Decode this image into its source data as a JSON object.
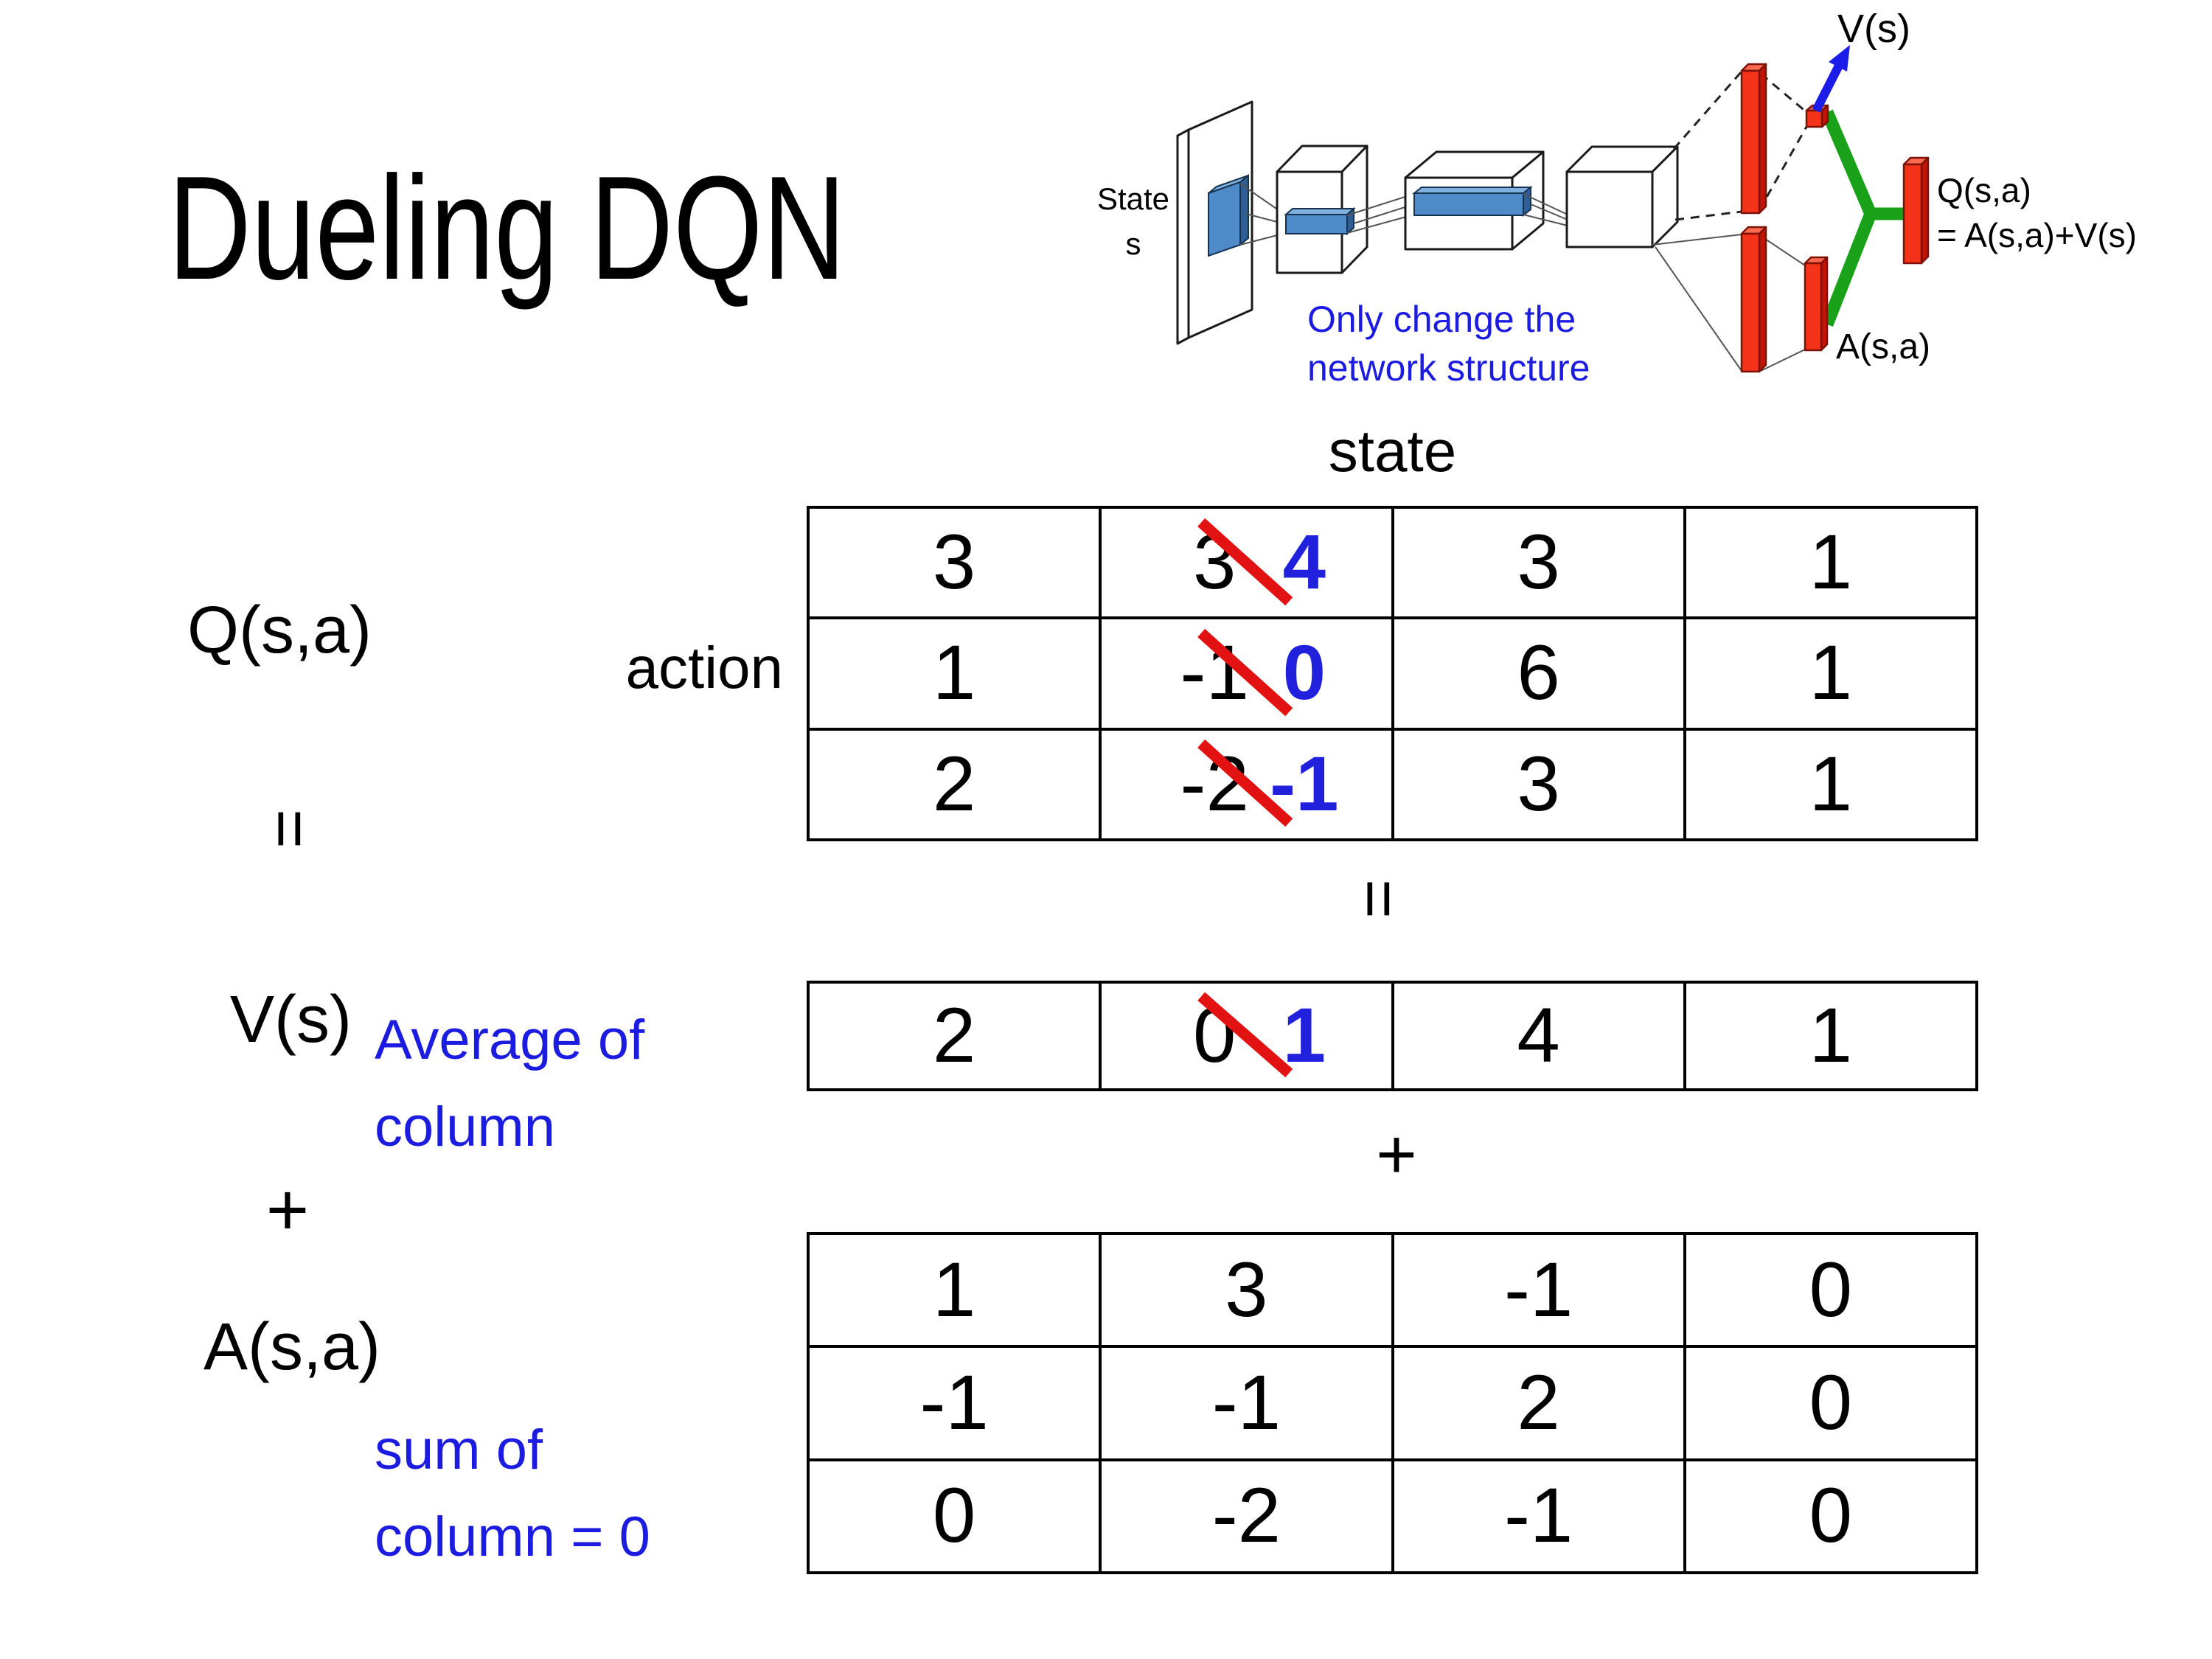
{
  "title": "Dueling DQN",
  "colors": {
    "correction_blue": "#2020dd",
    "note_blue": "#1c1ce0",
    "strike_red": "#e31212",
    "bar_red": "#f5321a",
    "green": "#19a119",
    "conv_blue": "#4e8bc8"
  },
  "network": {
    "v_out": "V(s)",
    "state_line1": "State",
    "state_line2": "s",
    "note_line1": "Only change the",
    "note_line2": "network structure",
    "q_out_line1": "Q(s,a)",
    "q_out_line2": "= A(s,a)+V(s)",
    "a_out": "A(s,a)"
  },
  "equation": {
    "q": "Q(s,a)",
    "eq_left": "=",
    "v": "V(s)",
    "plus_left": "+",
    "a": "A(s,a)",
    "avg_line1": "Average of",
    "avg_line2": "column",
    "sum_line1": "sum of",
    "sum_line2": "column = 0",
    "eq_mid": "=",
    "plus_mid": "+"
  },
  "q_table": {
    "header": "state",
    "side_label": "action",
    "rows": [
      {
        "c0": "3",
        "c1_old": "3",
        "c1_new": "4",
        "c2": "3",
        "c3": "1"
      },
      {
        "c0": "1",
        "c1_old": "-1",
        "c1_new": "0",
        "c2": "6",
        "c3": "1"
      },
      {
        "c0": "2",
        "c1_old": "-2",
        "c1_new": "-1",
        "c2": "3",
        "c3": "1"
      }
    ]
  },
  "v_table": {
    "row": {
      "c0": "2",
      "c1_old": "0",
      "c1_new": "1",
      "c2": "4",
      "c3": "1"
    }
  },
  "a_table": {
    "rows": [
      {
        "c0": "1",
        "c1": "3",
        "c2": "-1",
        "c3": "0"
      },
      {
        "c0": "-1",
        "c1": "-1",
        "c2": "2",
        "c3": "0"
      },
      {
        "c0": "0",
        "c1": "-2",
        "c2": "-1",
        "c3": "0"
      }
    ]
  }
}
